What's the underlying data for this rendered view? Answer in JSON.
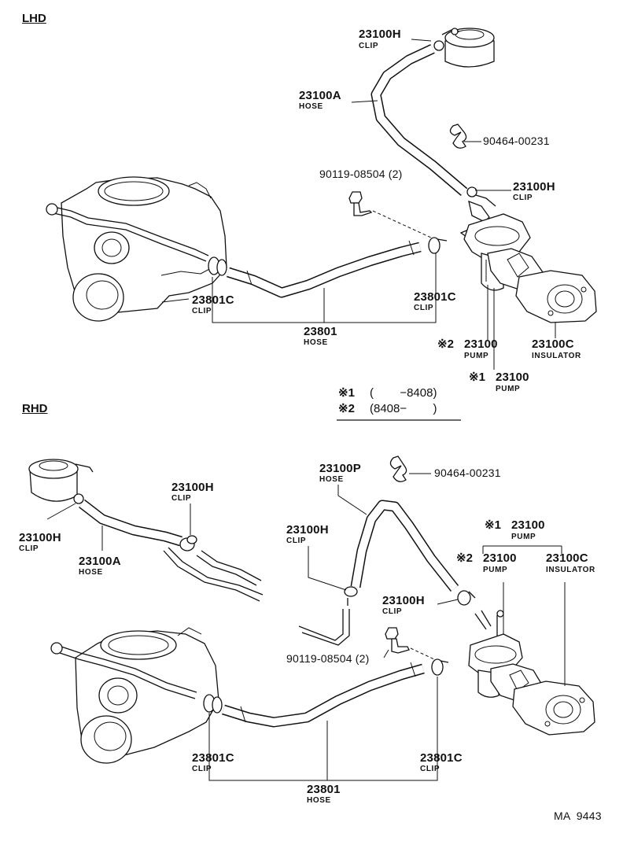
{
  "sections": {
    "lhd": "LHD",
    "rhd": "RHD"
  },
  "lhd": {
    "clip_top_pn": "23100H",
    "clip_top_sub": "CLIP",
    "hose_a_pn": "23100A",
    "hose_a_sub": "HOSE",
    "clamp_pn": "90464-00231",
    "bolt_pn": "90119-08504 (2)",
    "clip_pump_pn": "23100H",
    "clip_pump_sub": "CLIP",
    "clip_left_pn": "23801C",
    "clip_left_sub": "CLIP",
    "clip_right_pn": "23801C",
    "clip_right_sub": "CLIP",
    "hose_main_pn": "23801",
    "hose_main_sub": "HOSE",
    "pump2_mark": "※2",
    "pump2_pn": "23100",
    "pump2_sub": "PUMP",
    "insulator_pn": "23100C",
    "insulator_sub": "INSULATOR",
    "pump1_mark": "※1",
    "pump1_pn": "23100",
    "pump1_sub": "PUMP"
  },
  "legend": {
    "line1_mark": "※1",
    "line1_text": "(        −8408)",
    "line2_mark": "※2",
    "line2_text": "(8408−        )"
  },
  "rhd": {
    "clip_filter_pn": "23100H",
    "clip_filter_sub": "CLIP",
    "clip_upper_pn": "23100H",
    "clip_upper_sub": "CLIP",
    "hose_a_pn": "23100A",
    "hose_a_sub": "HOSE",
    "hose_p_pn": "23100P",
    "hose_p_sub": "HOSE",
    "clamp_pn": "90464-00231",
    "clip_mid_pn": "23100H",
    "clip_mid_sub": "CLIP",
    "pump1_mark": "※1",
    "pump1_pn": "23100",
    "pump1_sub": "PUMP",
    "pump2_mark": "※2",
    "pump2_pn": "23100",
    "pump2_sub": "PUMP",
    "insulator_pn": "23100C",
    "insulator_sub": "INSULATOR",
    "clip_pump_pn": "23100H",
    "clip_pump_sub": "CLIP",
    "bolt_pn": "90119-08504 (2)",
    "clip_left_pn": "23801C",
    "clip_left_sub": "CLIP",
    "clip_right_pn": "23801C",
    "clip_right_sub": "CLIP",
    "hose_main_pn": "23801",
    "hose_main_sub": "HOSE"
  },
  "footer": {
    "code": "MA  9443"
  }
}
